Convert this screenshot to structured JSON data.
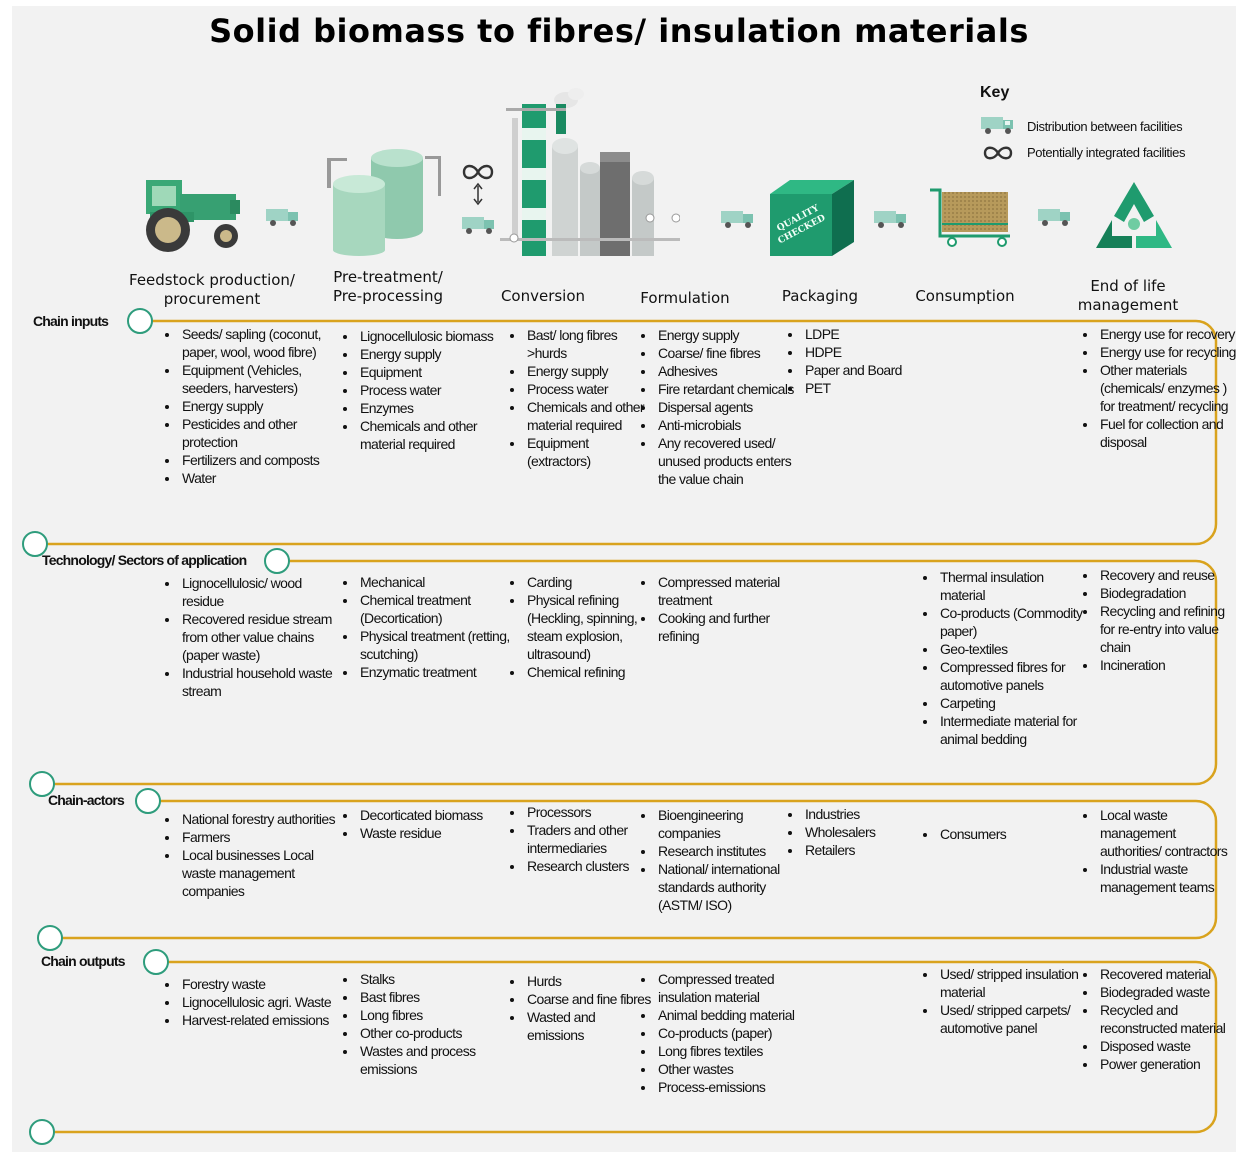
{
  "title": "Solid biomass to fibres/ insulation materials",
  "key": {
    "title": "Key",
    "items": [
      {
        "icon": "truck-icon",
        "label": "Distribution between facilities"
      },
      {
        "icon": "infinity-icon",
        "label": "Potentially integrated facilities"
      }
    ]
  },
  "stages": [
    {
      "id": "feedstock",
      "lines": [
        "Feedstock production/",
        "procurement"
      ]
    },
    {
      "id": "pretreatment",
      "lines": [
        "Pre-treatment/",
        "Pre-processing"
      ]
    },
    {
      "id": "conversion",
      "lines": [
        "Conversion"
      ]
    },
    {
      "id": "formulation",
      "lines": [
        "Formulation"
      ]
    },
    {
      "id": "packaging",
      "lines": [
        "Packaging"
      ]
    },
    {
      "id": "consumption",
      "lines": [
        "Consumption"
      ]
    },
    {
      "id": "end-of-life",
      "lines": [
        "End of life",
        "management"
      ]
    }
  ],
  "packaging_box_text": [
    "QUALITY",
    "CHECKED"
  ],
  "rows": [
    {
      "label": "Chain inputs",
      "cells": {
        "feedstock": [
          "Seeds/ sapling (coconut, paper, wool, wood fibre)",
          "Equipment (Vehicles, seeders, harvesters)",
          "Energy supply",
          "Pesticides and other protection",
          "Fertilizers and composts",
          "Water"
        ],
        "pretreatment": [
          "Lignocellulosic biomass",
          "Energy supply",
          "Equipment",
          "Process water",
          "Enzymes",
          "Chemicals and other material required"
        ],
        "conversion": [
          "Bast/ long fibres >hurds",
          "Energy supply",
          "Process water",
          "Chemicals and other material required",
          "Equipment (extractors)"
        ],
        "formulation": [
          "Energy supply",
          "Coarse/ fine fibres",
          "Adhesives",
          "Fire retardant chemicals",
          "Dispersal agents",
          "Anti-microbials",
          "Any recovered used/ unused products enters the value chain"
        ],
        "packaging": [
          "LDPE",
          "HDPE",
          "Paper and Board",
          "PET"
        ],
        "consumption": [],
        "end-of-life": [
          "Energy use for recovery",
          "Energy use for recycling",
          "Other materials (chemicals/ enzymes ) for treatment/ recycling",
          "Fuel for collection and disposal"
        ]
      }
    },
    {
      "label": "Technology/ Sectors of application",
      "cells": {
        "feedstock": [
          "Lignocellulosic/ wood residue",
          "Recovered residue stream from other value chains (paper waste)",
          "Industrial household waste stream"
        ],
        "pretreatment": [
          "Mechanical",
          "Chemical treatment (Decortication)",
          "Physical treatment (retting, scutching)",
          "Enzymatic treatment"
        ],
        "conversion": [
          "Carding",
          "Physical refining (Heckling, spinning, steam explosion, ultrasound)",
          "Chemical refining"
        ],
        "formulation": [
          "Compressed material treatment",
          "Cooking and further refining"
        ],
        "packaging": [],
        "consumption": [
          "Thermal insulation material",
          "Co-products (Commodity paper)",
          "Geo-textiles",
          "Compressed fibres for automotive panels",
          "Carpeting",
          "Intermediate material for animal bedding"
        ],
        "end-of-life": [
          "Recovery and reuse",
          "Biodegradation",
          "Recycling and refining for re-entry into value chain",
          "Incineration"
        ]
      }
    },
    {
      "label": "Chain-actors",
      "cells": {
        "feedstock": [
          "National forestry authorities",
          "Farmers",
          "Local businesses Local waste management companies"
        ],
        "pretreatment": [
          "Decorticated biomass",
          "Waste residue"
        ],
        "conversion": [
          "Processors",
          "Traders and other intermediaries",
          "Research clusters"
        ],
        "formulation": [
          "Bioengineering companies",
          "Research institutes",
          "National/ international standards authority (ASTM/ ISO)"
        ],
        "packaging": [
          "Industries",
          "Wholesalers",
          "Retailers"
        ],
        "consumption": [
          "Consumers"
        ],
        "end-of-life": [
          "Local waste management authorities/ contractors",
          "Industrial waste management teams"
        ]
      }
    },
    {
      "label": "Chain outputs",
      "cells": {
        "feedstock": [
          "Forestry waste",
          "Lignocellulosic agri. Waste",
          "Harvest-related emissions"
        ],
        "pretreatment": [
          "Stalks",
          "Bast fibres",
          "Long fibres",
          "Other co-products",
          "Wastes and process emissions"
        ],
        "conversion": [
          "Hurds",
          "Coarse and fine fibres",
          "Wasted and emissions"
        ],
        "formulation": [
          "Compressed treated insulation material",
          "Animal bedding material",
          "Co-products (paper)",
          "Long fibres textiles",
          "Other wastes",
          "Process-emissions"
        ],
        "packaging": [],
        "consumption": [
          "Used/ stripped insulation material",
          "Used/ stripped carpets/ automotive panel"
        ],
        "end-of-life": [
          "Recovered material",
          "Biodegraded waste",
          "Recycled and reconstructed material",
          "Disposed waste",
          "Power generation"
        ]
      }
    }
  ],
  "colors": {
    "frame": "#d9a31e",
    "node_stroke": "#2e9c7c",
    "accent_green": "#1f9b6e",
    "dark_green": "#0f6e4f",
    "light_green": "#b7dcc7"
  }
}
